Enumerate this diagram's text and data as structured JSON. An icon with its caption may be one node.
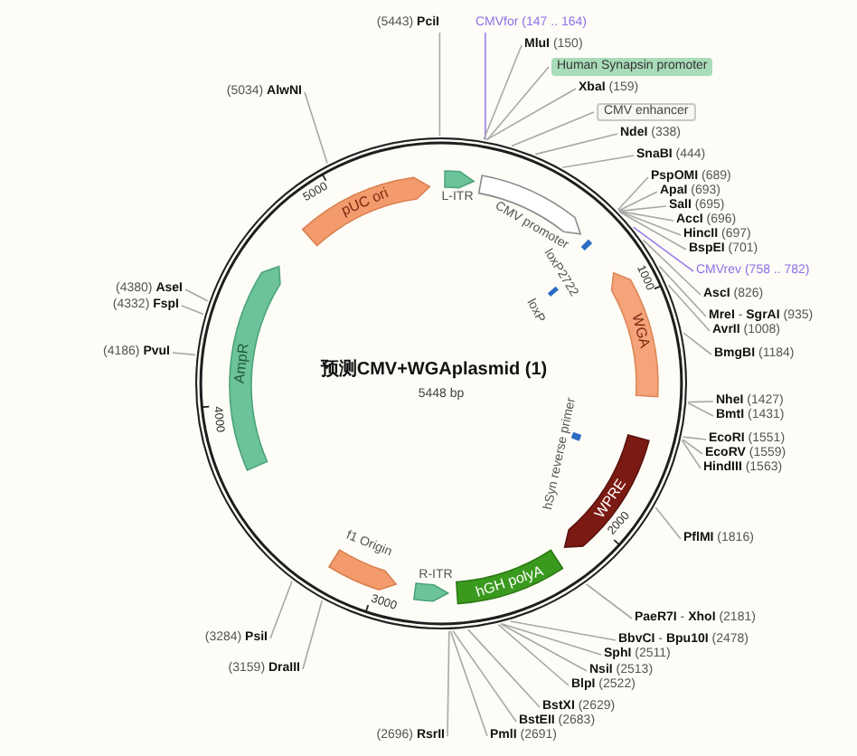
{
  "diagram": {
    "title": "预测CMV+WGAplasmid (1)",
    "nodes": [
      {
        "text": [],
        "shape": "circle"
      },
      {
        "text": [
          "pUC ori"
        ],
        "in": 0
      },
      {
        "text": [
          "L-ITR"
        ],
        "in": 0
      },
      {
        "text": [
          "CMV promoter"
        ],
        "in": 0
      },
      {
        "text": [
          "loxP2722"
        ],
        "in": 0
      },
      {
        "text": [
          "loxP"
        ],
        "in": 0
      },
      {
        "text": [
          "WGA"
        ],
        "in": 0
      },
      {
        "text": [
          "hSyn reverse primer"
        ],
        "in": 0
      },
      {
        "text": [
          "WPRE"
        ],
        "in": 0
      },
      {
        "text": [
          "hGH polyA"
        ],
        "in": 0
      },
      {
        "text": [
          "R-ITR"
        ],
        "in": 0
      },
      {
        "text": [
          "f1 Origin"
        ],
        "in": 0
      },
      {
        "text": [
          "AmpR"
        ],
        "in": 0
      },
      {
        "text": [
          "(5443) **PciI**"
        ]
      },
      {
        "text": [
          "CMVfor (147 .. 164)"
        ]
      },
      {
        "text": [
          "**MluI** (150)"
        ]
      },
      {
        "text": [
          "Human Synapsin promoter"
        ]
      },
      {
        "text": [
          "**XbaI** (159)"
        ]
      },
      {
        "text": [
          "CMV enhancer"
        ]
      },
      {
        "text": [
          "**NdeI** (338)"
        ]
      },
      {
        "text": [
          "**SnaBI** (444)"
        ]
      },
      {
        "text": [
          "**PspOMI** (689)"
        ]
      },
      {
        "text": [
          "**ApaI** (693)"
        ]
      },
      {
        "text": [
          "**SalI** (695)"
        ]
      },
      {
        "text": [
          "**AccI** (696)"
        ]
      },
      {
        "text": [
          "**HincII** (697)"
        ]
      },
      {
        "text": [
          "**BspEI** (701)"
        ]
      },
      {
        "text": [
          "CMVrev (758 .. 782)"
        ]
      },
      {
        "text": [
          "**AscI** (826)"
        ]
      },
      {
        "text": [
          "**MreI** - **SgrAI** (935)"
        ]
      },
      {
        "text": [
          "**AvrII** (1008)"
        ]
      },
      {
        "text": [
          "**BmgBI** (1184)"
        ]
      },
      {
        "text": [
          "**NheI** (1427)"
        ]
      },
      {
        "text": [
          "**BmtI** (1431)"
        ]
      },
      {
        "text": [
          "**EcoRI** (1551)"
        ]
      },
      {
        "text": [
          "**EcoRV** (1559)"
        ]
      },
      {
        "text": [
          "**HindIII** (1563)"
        ]
      },
      {
        "text": [
          "**PflMI** (1816)"
        ]
      },
      {
        "text": [
          "**PaeR7I** - **XhoI** (2181)"
        ]
      },
      {
        "text": [
          "**BbvCI** - **Bpu10I** (2478)"
        ]
      },
      {
        "text": [
          "**SphI** (2511)"
        ]
      },
      {
        "text": [
          "**NsiI** (2513)"
        ]
      },
      {
        "text": [
          "**BlpI** (2522)"
        ]
      },
      {
        "text": [
          "**BstXI** (2629)"
        ]
      },
      {
        "text": [
          "**BstEII** (2683)"
        ]
      },
      {
        "text": [
          "**PmlI** (2691)"
        ]
      },
      {
        "text": [
          "(2696) **RsrII**"
        ]
      },
      {
        "text": [
          "(3284) **PsiI**"
        ]
      },
      {
        "text": [
          "(3159) **DraIII**"
        ]
      },
      {
        "text": [
          "(4186) **PvuI**"
        ]
      },
      {
        "text": [
          "(4332) **FspI**"
        ]
      },
      {
        "text": [
          "(4380) **AseI**"
        ]
      },
      {
        "text": [
          "(5034) **AlwNI**"
        ]
      }
    ],
    "edges": [
      {
        "from": 13,
        "to": 0,
        "arrow": "none"
      },
      {
        "from": 14,
        "to": 0,
        "arrow": "none",
        "color": "#9b7fe8"
      },
      {
        "from": 15,
        "to": 0,
        "arrow": "none"
      },
      {
        "from": 16,
        "to": 0,
        "arrow": "none"
      },
      {
        "from": 17,
        "to": 0,
        "arrow": "none"
      },
      {
        "from": 18,
        "to": 0,
        "arrow": "none"
      },
      {
        "from": 19,
        "to": 0,
        "arrow": "none"
      },
      {
        "from": 20,
        "to": 0,
        "arrow": "none"
      },
      {
        "from": 21,
        "to": 0,
        "arrow": "none"
      },
      {
        "from": 22,
        "to": 0,
        "arrow": "none"
      },
      {
        "from": 23,
        "to": 0,
        "arrow": "none"
      },
      {
        "from": 24,
        "to": 0,
        "arrow": "none"
      },
      {
        "from": 25,
        "to": 0,
        "arrow": "none"
      },
      {
        "from": 26,
        "to": 0,
        "arrow": "none"
      },
      {
        "from": 27,
        "to": 0,
        "arrow": "none",
        "color": "#9b7fe8"
      },
      {
        "from": 28,
        "to": 0,
        "arrow": "none"
      },
      {
        "from": 29,
        "to": 0,
        "arrow": "none"
      },
      {
        "from": 30,
        "to": 0,
        "arrow": "none"
      },
      {
        "from": 31,
        "to": 0,
        "arrow": "none"
      },
      {
        "from": 32,
        "to": 0,
        "arrow": "none"
      },
      {
        "from": 33,
        "to": 0,
        "arrow": "none"
      },
      {
        "from": 34,
        "to": 0,
        "arrow": "none"
      },
      {
        "from": 35,
        "to": 0,
        "arrow": "none"
      },
      {
        "from": 36,
        "to": 0,
        "arrow": "none"
      },
      {
        "from": 37,
        "to": 0,
        "arrow": "none"
      },
      {
        "from": 38,
        "to": 0,
        "arrow": "none"
      },
      {
        "from": 39,
        "to": 0,
        "arrow": "none"
      },
      {
        "from": 40,
        "to": 0,
        "arrow": "none"
      },
      {
        "from": 41,
        "to": 0,
        "arrow": "none"
      },
      {
        "from": 42,
        "to": 0,
        "arrow": "none"
      },
      {
        "from": 43,
        "to": 0,
        "arrow": "none"
      },
      {
        "from": 44,
        "to": 0,
        "arrow": "none"
      },
      {
        "from": 45,
        "to": 0,
        "arrow": "none"
      },
      {
        "from": 46,
        "to": 0,
        "arrow": "none"
      },
      {
        "from": 47,
        "to": 0,
        "arrow": "none"
      },
      {
        "from": 48,
        "to": 0,
        "arrow": "none"
      },
      {
        "from": 49,
        "to": 0,
        "arrow": "none"
      },
      {
        "from": 50,
        "to": 0,
        "arrow": "none"
      },
      {
        "from": 51,
        "to": 0,
        "arrow": "none"
      },
      {
        "from": 52,
        "to": 0,
        "arrow": "none"
      }
    ],
    "labels": [
      "5448 bp",
      "1000",
      "2000",
      "3000",
      "4000",
      "5000"
    ]
  }
}
